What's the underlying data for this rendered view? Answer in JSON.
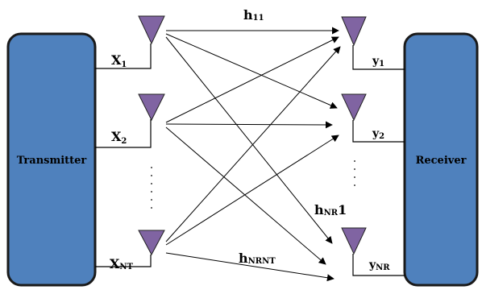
{
  "transmitter": {
    "label": "Transmitter"
  },
  "receiver": {
    "label": "Receiver"
  },
  "tx_labels": [
    {
      "main": "X",
      "sub": "1"
    },
    {
      "main": "X",
      "sub": "2"
    },
    {
      "main": "X",
      "sub": "NT"
    }
  ],
  "rx_labels": [
    {
      "main": "y",
      "sub": "1"
    },
    {
      "main": "y",
      "sub": "2"
    },
    {
      "main": "y",
      "sub": "NR"
    }
  ],
  "channel_labels": {
    "h11": {
      "main": "h",
      "sub": "11"
    },
    "hNR1": {
      "main": "h",
      "sub": "NR",
      "tail": "1"
    },
    "hNRNT": {
      "main": "h",
      "sub": "NRNT"
    }
  },
  "colors": {
    "box_fill": "#4f81bd",
    "box_stroke": "#1a1a1a",
    "antenna_fill": "#8064a2",
    "line": "#000000"
  }
}
